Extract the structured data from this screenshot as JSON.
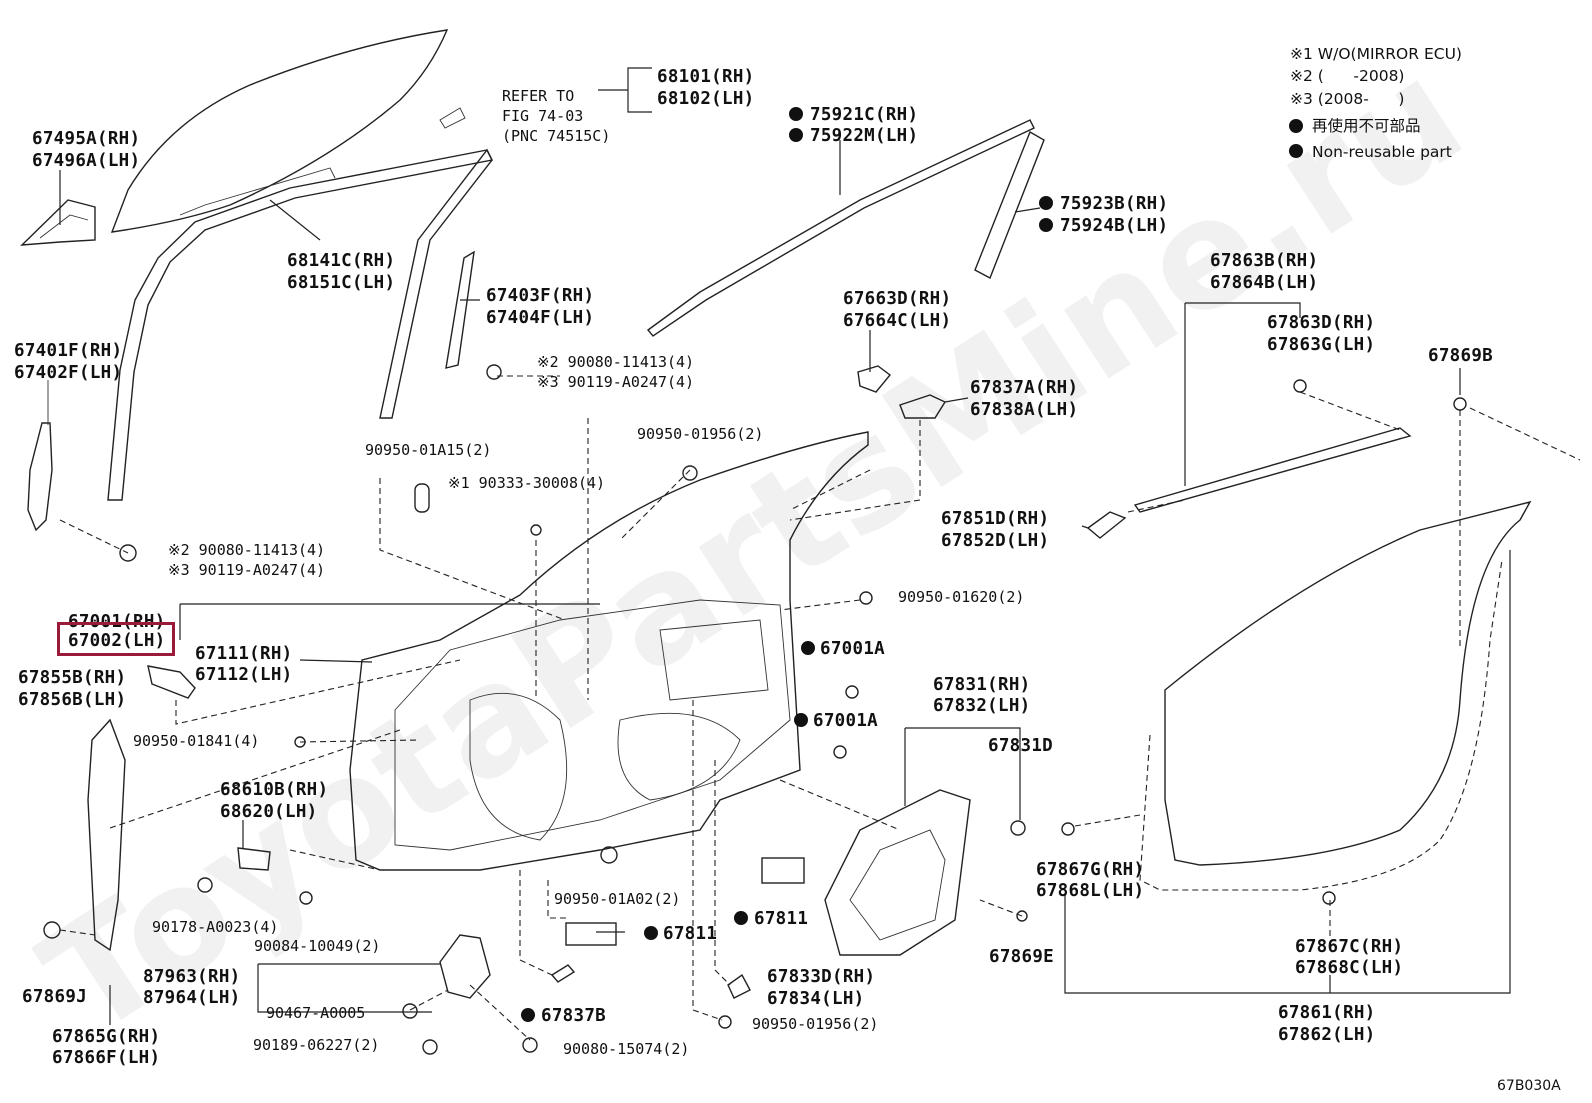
{
  "watermark": "ToyotaPartsMine.ru",
  "legend": {
    "notes": [
      "※1 W/O(MIRROR ECU)",
      "※2 (      -2008)",
      "※3 (2008-      )"
    ],
    "nonreusable_jp": "再使用不可部品",
    "nonreusable_en": "Non-reusable part"
  },
  "refer_to": [
    "REFER TO",
    "FIG 74-03",
    "(PNC 74515C)"
  ],
  "diagram_code": "67B030A",
  "highlighted_part": "67002(LH)",
  "labels": {
    "p68101": "68101(RH)",
    "p68102": "68102(LH)",
    "p67495": "67495A(RH)",
    "p67496": "67496A(LH)",
    "p75921": "75921C(RH)",
    "p75922": "75922M(LH)",
    "p75923": "75923B(RH)",
    "p75924": "75924B(LH)",
    "p68141": "68141C(RH)",
    "p68151": "68151C(LH)",
    "p67403": "67403F(RH)",
    "p67404": "67404F(LH)",
    "s2_90080a": "※2 90080-11413(4)",
    "s3_90119a": "※3 90119-A0247(4)",
    "p67663": "67663D(RH)",
    "p67664": "67664C(LH)",
    "p67863b": "67863B(RH)",
    "p67864b": "67864B(LH)",
    "p67863d": "67863D(RH)",
    "p67863g": "67863G(LH)",
    "p67401": "67401F(RH)",
    "p67402": "67402F(LH)",
    "p67869b": "67869B",
    "p67837a": "67837A(RH)",
    "p67838a": "67838A(LH)",
    "p90950_01a15": "90950-01A15(2)",
    "p90950_01956a": "90950-01956(2)",
    "s1_90333": "※1 90333-30008(4)",
    "p67851": "67851D(RH)",
    "p67852": "67852D(LH)",
    "s2_90080b": "※2 90080-11413(4)",
    "s3_90119b": "※3 90119-A0247(4)",
    "p67001": "67001(RH)",
    "p67002": "67002(LH)",
    "p90950_01620": "90950-01620(2)",
    "p67111": "67111(RH)",
    "p67112": "67112(LH)",
    "p67001a_1": "67001A",
    "p67855": "67855B(RH)",
    "p67856": "67856B(LH)",
    "p67831": "67831(RH)",
    "p67832": "67832(LH)",
    "p67001a_2": "67001A",
    "p90950_01841": "90950-01841(4)",
    "p67831d": "67831D",
    "p68610": "68610B(RH)",
    "p68620": "68620(LH)",
    "p67867g": "67867G(RH)",
    "p67868l": "67868L(LH)",
    "p90950_01a02": "90950-01A02(2)",
    "p67811a": "67811",
    "p67811b": "67811",
    "p90178": "90178-A0023(4)",
    "p90084": "90084-10049(2)",
    "p67869e": "67869E",
    "p67867c": "67867C(RH)",
    "p67868c": "67868C(LH)",
    "p87963": "87963(RH)",
    "p87964": "87964(LH)",
    "p67833": "67833D(RH)",
    "p67834": "67834(LH)",
    "p67869j": "67869J",
    "p90467": "90467-A0005",
    "p67837b": "67837B",
    "p90950_01956b": "90950-01956(2)",
    "p67861": "67861(RH)",
    "p67862": "67862(LH)",
    "p67865": "67865G(RH)",
    "p67866": "67866F(LH)",
    "p90189": "90189-06227(2)",
    "p90080_15074": "90080-15074(2)"
  }
}
